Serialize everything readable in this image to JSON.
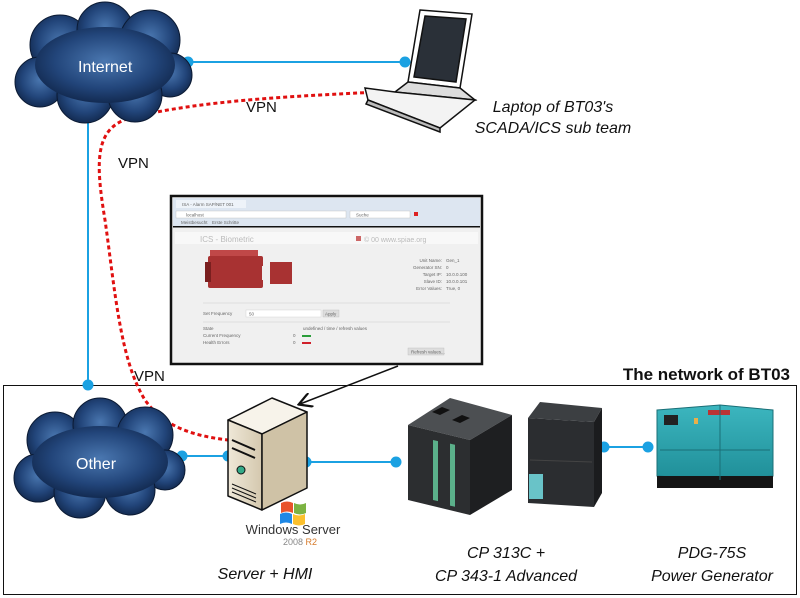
{
  "nodes": {
    "internet": {
      "label": "Internet"
    },
    "other": {
      "label": "Other"
    },
    "laptop": {
      "label_lines": [
        "Laptop of BT03's",
        "SCADA/ICS sub team"
      ]
    },
    "server": {
      "label": "Server + HMI",
      "logo_text": "Windows Server",
      "logo_version": "2008",
      "logo_edition": "R2"
    },
    "plc": {
      "label_lines": [
        "CP 313C +",
        "CP 343-1 Advanced"
      ]
    },
    "generator": {
      "label_lines": [
        "PDG-75S",
        "Power Generator"
      ]
    }
  },
  "links": {
    "vpn_labels": [
      "VPN",
      "VPN",
      "VPN"
    ]
  },
  "network_box": {
    "title": "The network of BT03"
  },
  "hmi_screenshot": {
    "tab_title": "ISA - Alarm SAP/NET 001",
    "url": "localhost",
    "search_placeholder": "Suche",
    "bookmarks": [
      "Meistbesucht",
      "Erste Schritte"
    ],
    "page_title": "ICS - Biometric",
    "page_brand": "© 00 www.spiae.org",
    "info_labels": [
      "Unit Name:",
      "Generator SN:",
      "Target IP:",
      "Slave ID:",
      "Error Values:"
    ],
    "info_values": [
      "Gen_1",
      "0",
      "10.0.0.100",
      "10.0.0.101",
      "True, 0"
    ],
    "set_frequency_label": "Set Frequency",
    "set_frequency_value": "50",
    "apply_label": "Apply",
    "state_label": "State",
    "state_value": "undefined / time / refresh values",
    "current_frequency_label": "Current Frequency",
    "health_errors_label": "Health Errors",
    "current_frequency_value": "0",
    "health_errors_value": "0",
    "refresh_label": "Refresh values...",
    "status_colors": {
      "ok": "#2a9d3a",
      "error": "#d0202a"
    }
  },
  "colors": {
    "link": "#1ba1e2",
    "vpn": "#e01010",
    "cloud": "#1c3a66"
  }
}
